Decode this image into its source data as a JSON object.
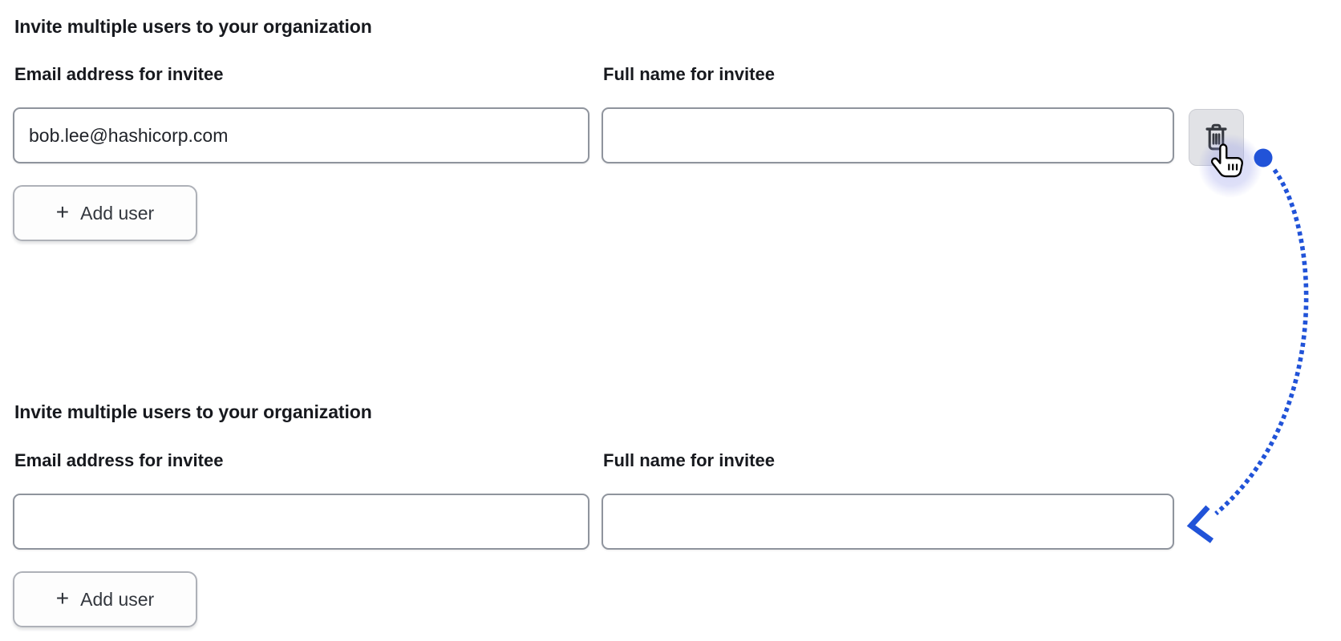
{
  "colors": {
    "arrow_blue": "#2153d8",
    "click_highlight_lavender": "#9298e8",
    "text_dark": "#17191e",
    "input_border": "#8f949d",
    "trash_button_bg": "#e1e2e6",
    "trash_icon_dark": "#35383f"
  },
  "forms": [
    {
      "heading": "Invite multiple users to your organization",
      "fields": {
        "email": {
          "label": "Email address for invitee",
          "value": "bob.lee@hashicorp.com"
        },
        "full_name": {
          "label": "Full name for invitee",
          "value": ""
        }
      },
      "add_user_button": {
        "plus_glyph": "+",
        "label": "Add user"
      },
      "has_delete_row_button": true
    },
    {
      "heading": "Invite multiple users to your organization",
      "fields": {
        "email": {
          "label": "Email address for invitee",
          "value": ""
        },
        "full_name": {
          "label": "Full name for invitee",
          "value": ""
        }
      },
      "add_user_button": {
        "plus_glyph": "+",
        "label": "Add user"
      },
      "has_delete_row_button": false
    }
  ],
  "annotation": {
    "type": "dotted-arrow-with-click-indicator",
    "meaning": "clicking delete on the invitee row leads to the empty form state below"
  }
}
